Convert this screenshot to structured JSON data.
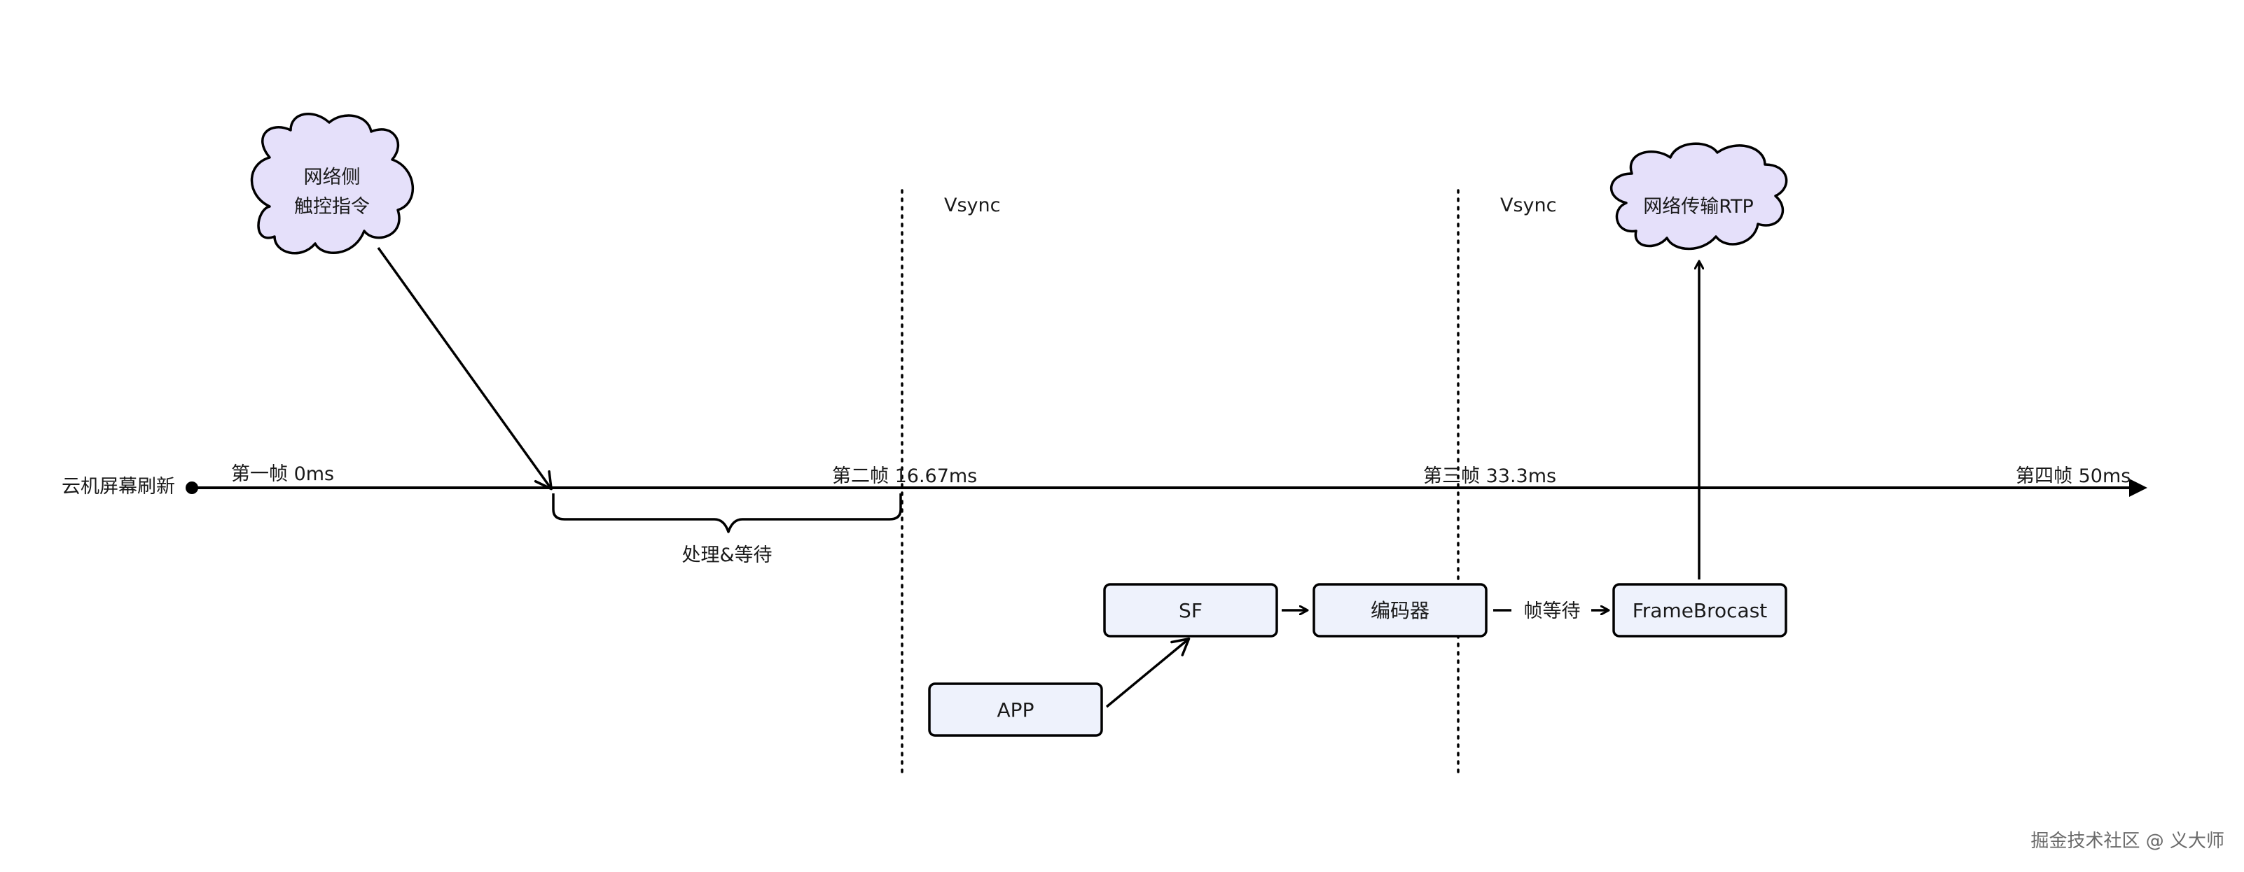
{
  "timeline": {
    "label": "云机屏幕刷新",
    "frames": [
      {
        "label": "第一帧 0ms"
      },
      {
        "label": "第二帧 16.67ms"
      },
      {
        "label": "第三帧 33.3ms"
      },
      {
        "label": "第四帧 50ms"
      }
    ]
  },
  "vsync": [
    {
      "label": "Vsync"
    },
    {
      "label": "Vsync"
    }
  ],
  "clouds": {
    "touch": {
      "lines": [
        "网络侧",
        "触控指令"
      ]
    },
    "rtp": {
      "lines": [
        "网络传输RTP"
      ]
    }
  },
  "brace": {
    "label": "处理&等待"
  },
  "boxes": {
    "app": "APP",
    "sf": "SF",
    "encoder": "编码器",
    "framebrocast": "FrameBrocast"
  },
  "frame_wait": "帧等待",
  "watermark": "掘金技术社区 @ 义大师",
  "colors": {
    "box_fill": "#eef2fc",
    "cloud_fill": "#e5e0fa",
    "stroke": "#000000"
  }
}
